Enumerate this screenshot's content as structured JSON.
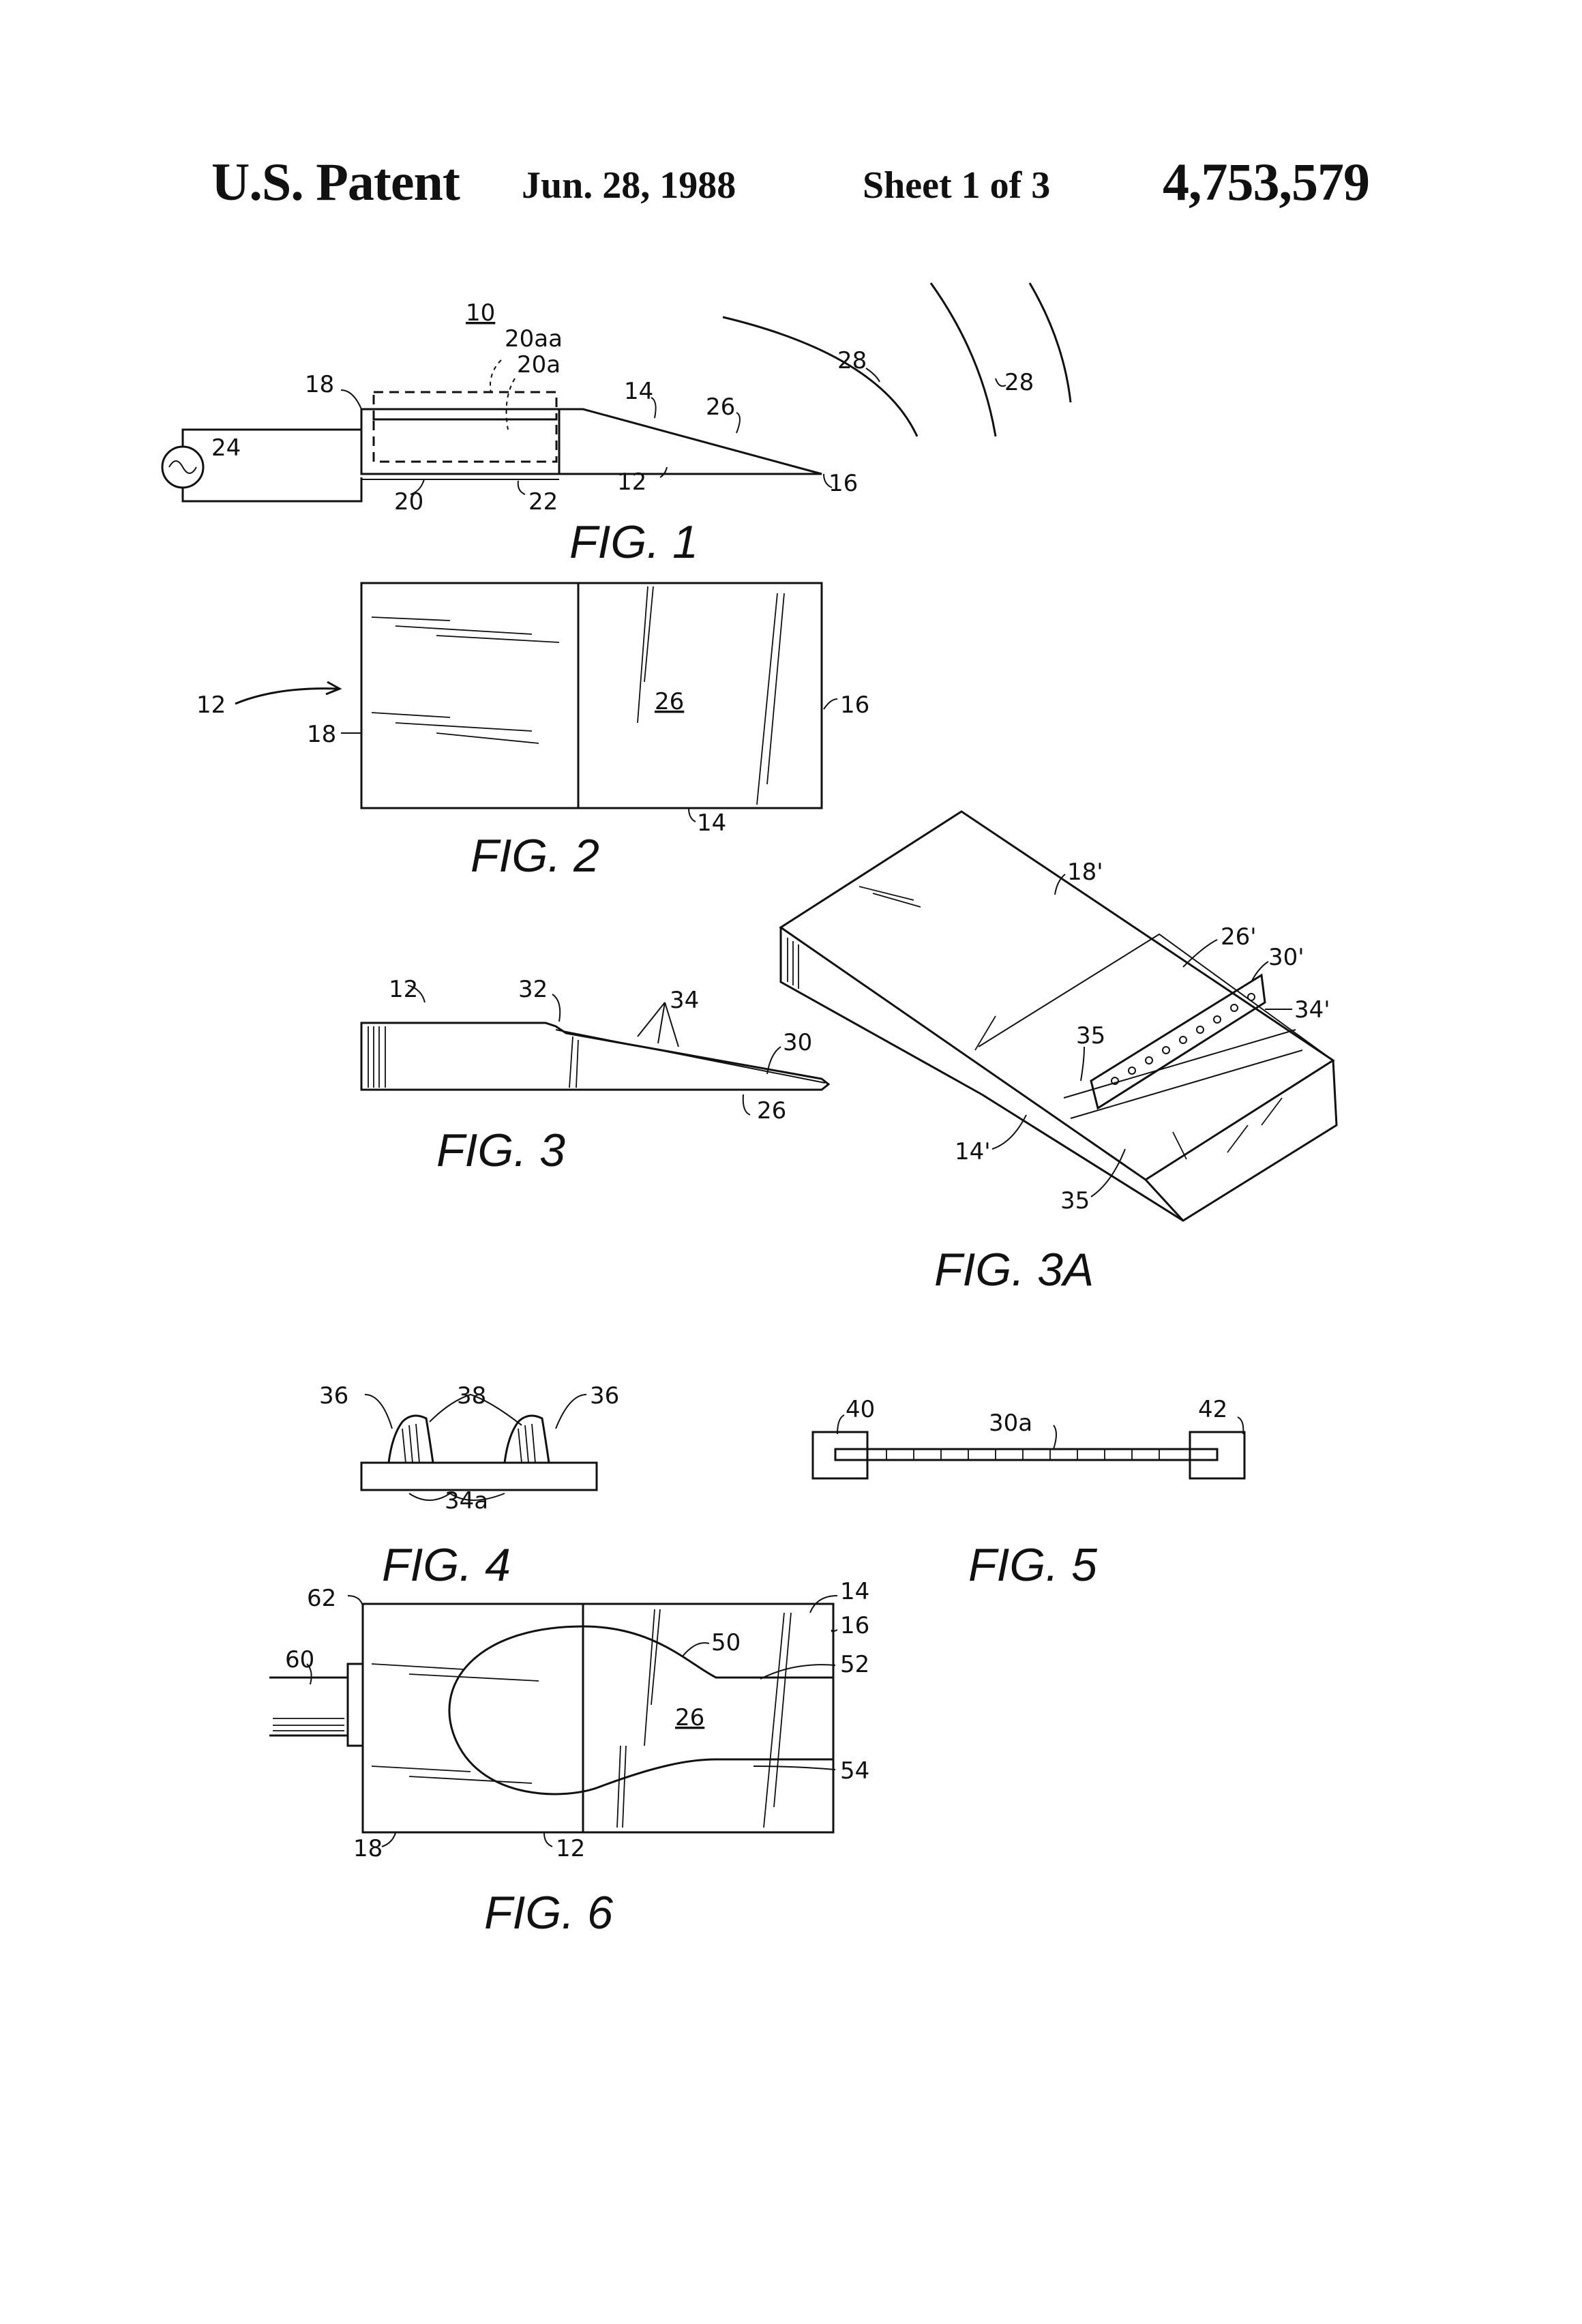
{
  "header": {
    "title": "U.S. Patent",
    "date": "Jun. 28, 1988",
    "sheet": "Sheet 1 of 3",
    "patent_number": "4,753,579"
  },
  "figures": {
    "fig1": {
      "caption": "FIG. 1",
      "labels": {
        "n10": "10",
        "n20aa": "20aa",
        "n20a": "20a",
        "n18": "18",
        "n14": "14",
        "n26": "26",
        "n28a": "28",
        "n28b": "28",
        "n24": "24",
        "n20": "20",
        "n22": "22",
        "n12": "12",
        "n16": "16"
      }
    },
    "fig2": {
      "caption": "FIG. 2",
      "labels": {
        "n12": "12",
        "n18": "18",
        "n26": "26",
        "n16": "16",
        "n14": "14"
      }
    },
    "fig3": {
      "caption": "FIG. 3",
      "labels": {
        "n12": "12",
        "n32": "32",
        "n34": "34",
        "n30": "30",
        "n26": "26"
      }
    },
    "fig3a": {
      "caption": "FIG. 3A",
      "labels": {
        "n18p": "18'",
        "n26p": "26'",
        "n30p": "30'",
        "n34p": "34'",
        "n35a": "35",
        "n35b": "35",
        "n14p": "14'"
      }
    },
    "fig4": {
      "caption": "FIG. 4",
      "labels": {
        "n36a": "36",
        "n38": "38",
        "n36b": "36",
        "n34a": "34a"
      }
    },
    "fig5": {
      "caption": "FIG. 5",
      "labels": {
        "n40": "40",
        "n30a": "30a",
        "n42": "42"
      }
    },
    "fig6": {
      "caption": "FIG. 6",
      "labels": {
        "n62": "62",
        "n60": "60",
        "n50": "50",
        "n14": "14",
        "n16": "16",
        "n52": "52",
        "n26": "26",
        "n54": "54",
        "n18": "18",
        "n12": "12"
      }
    }
  }
}
